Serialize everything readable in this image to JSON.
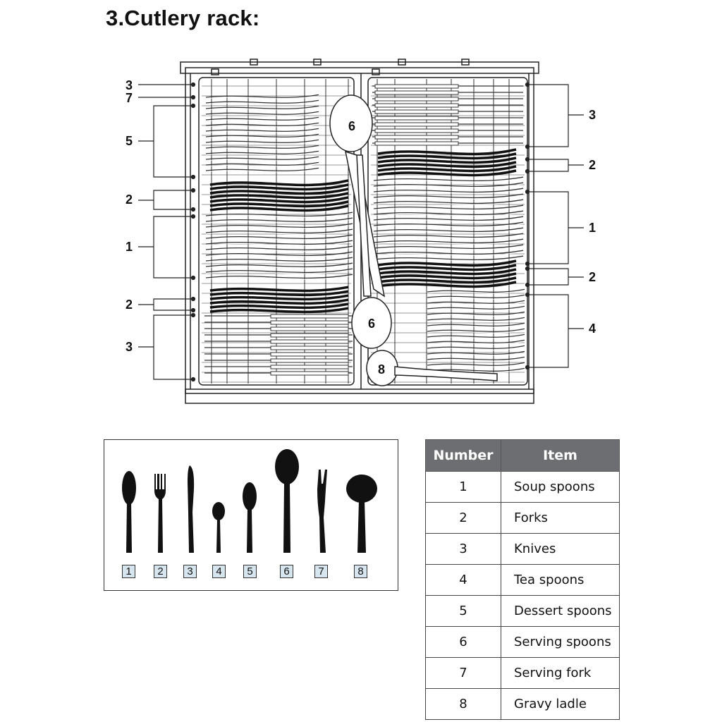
{
  "title": "3.Cutlery rack:",
  "callouts_left": [
    "3",
    "7",
    "5",
    "2",
    "1",
    "2",
    "3"
  ],
  "callouts_right": [
    "3",
    "2",
    "1",
    "2",
    "4"
  ],
  "rack_labels": [
    "6",
    "6",
    "8"
  ],
  "utensil_numbers": [
    "1",
    "2",
    "3",
    "4",
    "5",
    "6",
    "7",
    "8"
  ],
  "utensil_icons": [
    "soup-spoon-icon",
    "fork-icon",
    "knife-icon",
    "tea-spoon-icon",
    "dessert-spoon-icon",
    "serving-spoon-icon",
    "serving-fork-icon",
    "gravy-ladle-icon"
  ],
  "table": {
    "headers": [
      "Number",
      "Item"
    ],
    "rows": [
      [
        "1",
        "Soup spoons"
      ],
      [
        "2",
        "Forks"
      ],
      [
        "3",
        "Knives"
      ],
      [
        "4",
        "Tea spoons"
      ],
      [
        "5",
        "Dessert spoons"
      ],
      [
        "6",
        "Serving spoons"
      ],
      [
        "7",
        "Serving fork"
      ],
      [
        "8",
        "Gravy ladle"
      ]
    ]
  },
  "colors": {
    "header_bg": "#6d6e71",
    "number_box": "#d7e6ee",
    "line": "#222222"
  }
}
